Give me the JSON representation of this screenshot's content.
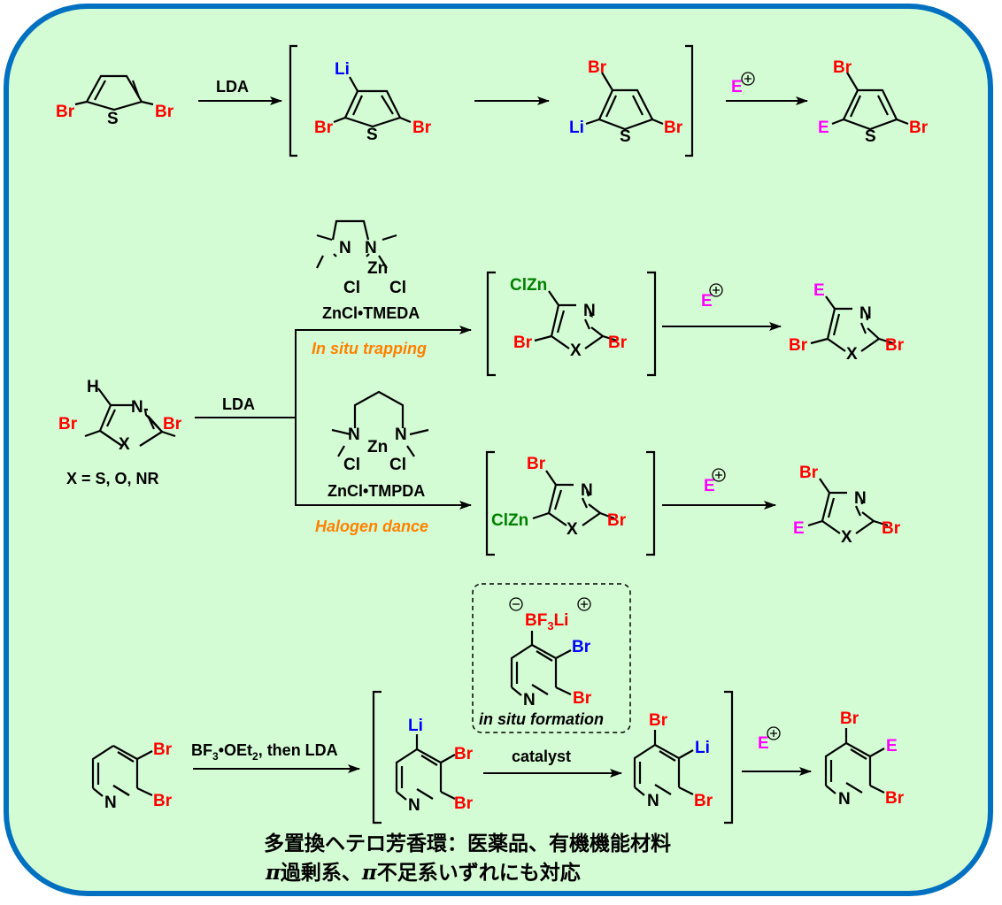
{
  "colors": {
    "frame_border": "#0070c0",
    "background": "#d4fcd4",
    "bromine": "#ff0000",
    "lithium": "#0000ff",
    "zinc_chloride": "#008000",
    "electrophile": "#ff00ff",
    "note_orange": "#ff8000",
    "boron_group": "#ff0000"
  },
  "row1": {
    "reagent": "LDA",
    "electrophile": "E",
    "start": {
      "sub_left": "Br",
      "sub_right": "Br",
      "hetero": "S"
    },
    "int1": {
      "top": "Li",
      "left": "Br",
      "right": "Br",
      "hetero": "S"
    },
    "int2": {
      "top": "Br",
      "left": "Li",
      "right": "Br",
      "hetero": "S"
    },
    "product": {
      "top": "Br",
      "left": "E",
      "right": "Br",
      "hetero": "S"
    }
  },
  "row2": {
    "start": {
      "top": "H",
      "left": "Br",
      "right": "Br",
      "hetero": "X",
      "n": "N"
    },
    "x_definition": "X = S, O, NR",
    "reagent": "LDA",
    "upper": {
      "complex_name": "ZnCl•TMEDA",
      "note": "In situ trapping",
      "n": "N",
      "zn": "Zn",
      "cl": "Cl",
      "intermediate": {
        "top": "ClZn",
        "left": "Br",
        "right": "Br",
        "hetero": "X",
        "n": "N"
      },
      "electrophile": "E",
      "product": {
        "top": "E",
        "left": "Br",
        "right": "Br",
        "hetero": "X",
        "n": "N"
      }
    },
    "lower": {
      "complex_name": "ZnCl•TMPDA",
      "note": "Halogen dance",
      "n": "N",
      "zn": "Zn",
      "cl": "Cl",
      "intermediate": {
        "top": "Br",
        "left": "ClZn",
        "right": "Br",
        "hetero": "X",
        "n": "N"
      },
      "electrophile": "E",
      "product": {
        "top": "Br",
        "left": "E",
        "right": "Br",
        "hetero": "X",
        "n": "N"
      }
    }
  },
  "row3": {
    "start": {
      "sub3": "Br",
      "sub2": "Br",
      "n": "N"
    },
    "reagent_main": "BF",
    "reagent_sub3": "3",
    "reagent_mid": "•OEt",
    "reagent_sub2": "2",
    "reagent_tail": ", then LDA",
    "int1": {
      "sub4": "Li",
      "sub3": "Br",
      "sub2": "Br",
      "n": "N"
    },
    "catalyst_label": "catalyst",
    "boxed": {
      "group_main": "BF",
      "group_sub": "3",
      "group_tail": "Li",
      "sub3": "Br",
      "sub2": "Br",
      "n": "N",
      "note": "in situ formation"
    },
    "int2": {
      "sub4": "Br",
      "sub3": "Li",
      "sub2": "Br",
      "n": "N"
    },
    "electrophile": "E",
    "product": {
      "sub4": "Br",
      "sub3": "E",
      "sub2": "Br",
      "n": "N"
    }
  },
  "footer": {
    "line1": "多置換ヘテロ芳香環：医薬品、有機機能材料",
    "line2_pi1": "π",
    "line2_a": "過剰系、",
    "line2_pi2": "π",
    "line2_b": "不足系いずれにも対応"
  }
}
